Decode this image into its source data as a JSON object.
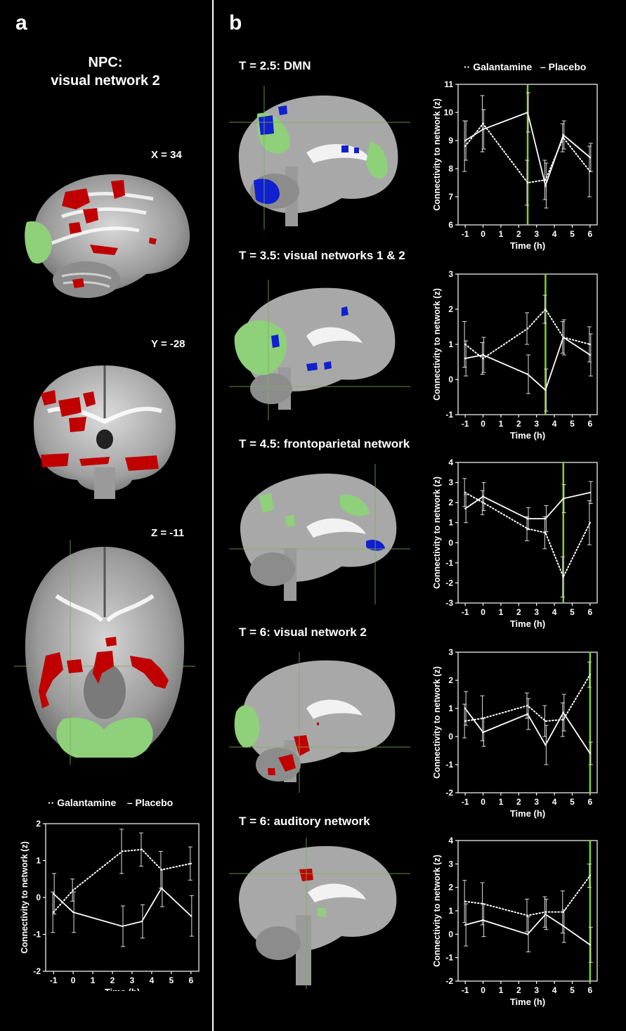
{
  "panel_a": {
    "letter": "a",
    "title_line1": "NPC:",
    "title_line2": "visual network 2",
    "slices": [
      {
        "label": "X = 34",
        "view": "sagittal"
      },
      {
        "label": "Y = -28",
        "view": "coronal"
      },
      {
        "label": "Z = -11",
        "view": "axial"
      }
    ],
    "legend": {
      "galantamine": "Galantamine",
      "placebo": "Placebo"
    }
  },
  "panel_b": {
    "letter": "b",
    "rows": [
      {
        "title": "T = 2.5: DMN"
      },
      {
        "title": "T = 3.5: visual networks 1 & 2"
      },
      {
        "title": "T = 4.5: frontoparietal network"
      },
      {
        "title": "T = 6: visual network 2"
      },
      {
        "title": "T = 6: auditory network"
      }
    ],
    "legend": {
      "galantamine": "Galantamine",
      "placebo": "Placebo"
    }
  },
  "colors": {
    "background": "#000000",
    "network_green": "#8fd07a",
    "cluster_red": "#c00000",
    "cluster_blue": "#1020d0",
    "marker_green": "#7ed321",
    "crosshair": "#7fae5a"
  },
  "chart_data": [
    {
      "id": "a",
      "type": "line",
      "xlabel": "Time (h)",
      "ylabel": "Connectivity to network (z)",
      "x": [
        -1,
        0,
        2.5,
        3.5,
        4.5,
        6
      ],
      "xticks": [
        "-1",
        "0",
        "1",
        "2",
        "3",
        "4",
        "5",
        "6"
      ],
      "ylim": [
        -2,
        2
      ],
      "yticks": [
        "-2",
        "-1",
        "0",
        "1",
        "2"
      ],
      "marker_x": null,
      "series": [
        {
          "name": "Galantamine",
          "style": "dotted",
          "values": [
            -0.4,
            0.2,
            1.25,
            1.3,
            0.75,
            0.92
          ],
          "err": [
            0.55,
            0.3,
            0.6,
            0.45,
            0.5,
            0.45
          ]
        },
        {
          "name": "Placebo",
          "style": "solid",
          "values": [
            0.1,
            -0.4,
            -0.78,
            -0.65,
            0.25,
            -0.5
          ],
          "err": [
            0.55,
            0.55,
            0.55,
            0.45,
            0.5,
            0.55
          ]
        }
      ]
    },
    {
      "id": "b1",
      "type": "line",
      "xlabel": "Time (h)",
      "ylabel": "Connectivity to network (z)",
      "x": [
        -1,
        0,
        2.5,
        3.5,
        4.5,
        6
      ],
      "xticks": [
        "-1",
        "0",
        "1",
        "2",
        "3",
        "4",
        "5",
        "6"
      ],
      "ylim": [
        6,
        11
      ],
      "yticks": [
        "6",
        "7",
        "8",
        "9",
        "10",
        "11"
      ],
      "marker_x": 2.5,
      "series": [
        {
          "name": "Galantamine",
          "style": "dotted",
          "values": [
            8.8,
            9.6,
            7.5,
            7.6,
            9.1,
            7.9
          ],
          "err": [
            0.9,
            1.0,
            0.8,
            0.7,
            0.5,
            0.9
          ]
        },
        {
          "name": "Placebo",
          "style": "solid",
          "values": [
            9.0,
            9.4,
            10.0,
            7.4,
            9.2,
            8.4
          ],
          "err": [
            0.7,
            0.7,
            0.7,
            0.8,
            0.5,
            0.5
          ]
        }
      ]
    },
    {
      "id": "b2",
      "type": "line",
      "xlabel": "Time (h)",
      "ylabel": "Connectivity to network (z)",
      "x": [
        -1,
        0,
        2.5,
        3.5,
        4.5,
        6
      ],
      "xticks": [
        "-1",
        "0",
        "1",
        "2",
        "3",
        "4",
        "5",
        "6"
      ],
      "ylim": [
        -1,
        3
      ],
      "yticks": [
        "-1",
        "0",
        "1",
        "2",
        "3"
      ],
      "marker_x": 3.5,
      "series": [
        {
          "name": "Galantamine",
          "style": "dotted",
          "values": [
            1.0,
            0.6,
            1.45,
            2.0,
            1.2,
            1.0
          ],
          "err": [
            0.65,
            0.45,
            0.45,
            0.4,
            0.45,
            0.5
          ]
        },
        {
          "name": "Placebo",
          "style": "solid",
          "values": [
            0.6,
            0.7,
            0.15,
            -0.3,
            1.2,
            0.7
          ],
          "err": [
            0.5,
            0.5,
            0.55,
            0.6,
            0.5,
            0.6
          ]
        }
      ]
    },
    {
      "id": "b3",
      "type": "line",
      "xlabel": "Time (h)",
      "ylabel": "Connectivity to network (z)",
      "x": [
        -1,
        0,
        2.5,
        3.5,
        4.5,
        6
      ],
      "xticks": [
        "-1",
        "0",
        "1",
        "2",
        "3",
        "4",
        "5",
        "6"
      ],
      "ylim": [
        -3,
        4
      ],
      "yticks": [
        "-3",
        "-2",
        "-1",
        "0",
        "1",
        "2",
        "3",
        "4"
      ],
      "marker_x": 4.5,
      "series": [
        {
          "name": "Galantamine",
          "style": "dotted",
          "values": [
            2.5,
            2.0,
            0.7,
            0.5,
            -1.7,
            1.0
          ],
          "err": [
            0.7,
            0.6,
            0.6,
            0.8,
            1.0,
            1.1
          ]
        },
        {
          "name": "Placebo",
          "style": "solid",
          "values": [
            1.7,
            2.3,
            1.2,
            1.2,
            2.2,
            2.5
          ],
          "err": [
            0.7,
            0.7,
            0.55,
            0.65,
            0.7,
            0.55
          ]
        }
      ]
    },
    {
      "id": "b4",
      "type": "line",
      "xlabel": "Time (h)",
      "ylabel": "Connectivity to network (z)",
      "x": [
        -1,
        0,
        2.5,
        3.5,
        4.5,
        6
      ],
      "xticks": [
        "-1",
        "0",
        "1",
        "2",
        "3",
        "4",
        "5",
        "6"
      ],
      "ylim": [
        -2,
        3
      ],
      "yticks": [
        "-2",
        "-1",
        "0",
        "1",
        "2",
        "3"
      ],
      "marker_x": 6,
      "series": [
        {
          "name": "Galantamine",
          "style": "dotted",
          "values": [
            0.55,
            0.65,
            1.1,
            0.55,
            0.6,
            2.2
          ],
          "err": [
            0.6,
            0.8,
            0.45,
            0.55,
            0.6,
            0.45
          ]
        },
        {
          "name": "Placebo",
          "style": "solid",
          "values": [
            1.0,
            0.15,
            0.8,
            -0.3,
            0.85,
            -0.6
          ],
          "err": [
            0.6,
            0.5,
            0.55,
            0.7,
            0.65,
            0.4
          ]
        }
      ]
    },
    {
      "id": "b5",
      "type": "line",
      "xlabel": "Time (h)",
      "ylabel": "Connectivity to network (z)",
      "x": [
        -1,
        0,
        2.5,
        3.5,
        4.5,
        6
      ],
      "xticks": [
        "-1",
        "0",
        "1",
        "2",
        "3",
        "4",
        "5",
        "6"
      ],
      "ylim": [
        -2,
        4
      ],
      "yticks": [
        "-2",
        "-1",
        "0",
        "1",
        "2",
        "3",
        "4"
      ],
      "marker_x": 6,
      "series": [
        {
          "name": "Galantamine",
          "style": "dotted",
          "values": [
            1.4,
            1.3,
            0.8,
            0.95,
            0.95,
            2.5
          ],
          "err": [
            0.9,
            0.9,
            0.7,
            0.65,
            0.9,
            0.5
          ]
        },
        {
          "name": "Placebo",
          "style": "solid",
          "values": [
            0.4,
            0.6,
            0.0,
            0.85,
            0.35,
            -0.45
          ],
          "err": [
            0.9,
            0.7,
            0.75,
            0.65,
            0.7,
            0.75
          ]
        }
      ]
    }
  ]
}
